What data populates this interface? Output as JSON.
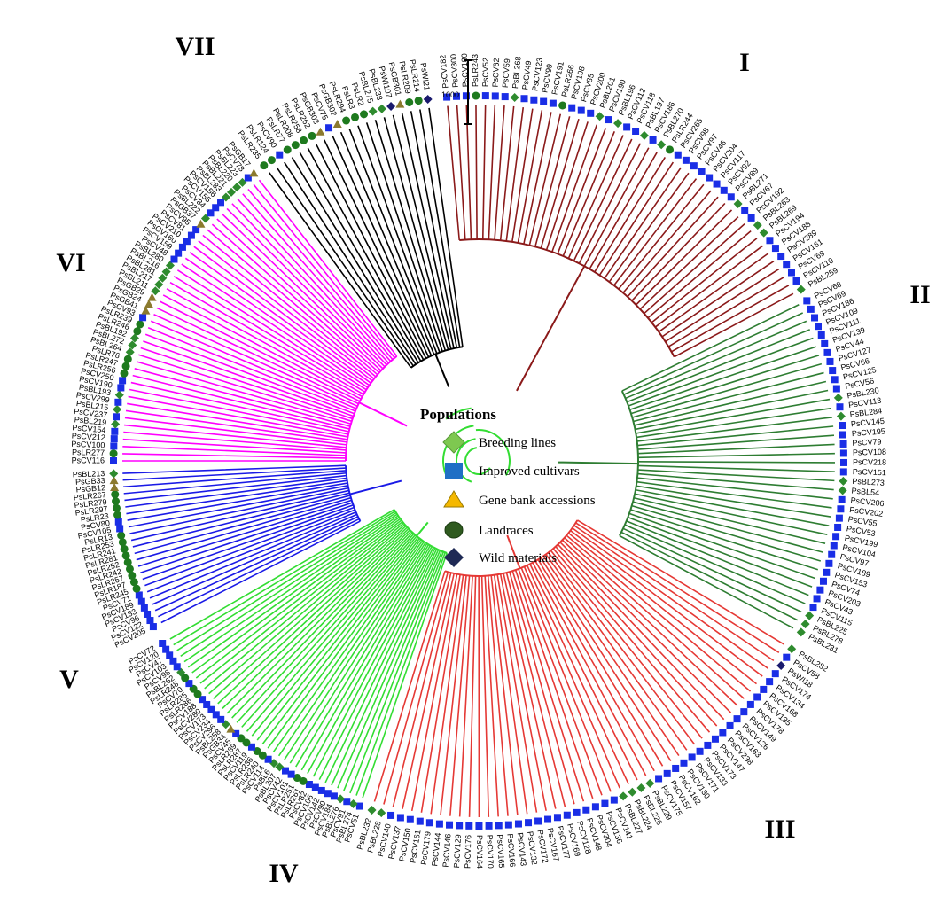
{
  "tree": {
    "clades": [
      {
        "id": "I",
        "label": "I",
        "color": "#8b1a1a",
        "leaves": [
          "PsCV182",
          "PsCV300",
          "PsCV180",
          "PsLR243",
          "PsCV52",
          "PsCV62",
          "PsCV59",
          "PsBL268",
          "PsCV49",
          "PsCV123",
          "PsCV99",
          "PsCV191",
          "PsLR266",
          "PsCV198",
          "PsCV85",
          "PsCV200",
          "PsBL201",
          "PsCV190",
          "PsBL196",
          "PsCV112",
          "PsCV118",
          "PsBL197",
          "PsCV186",
          "PsBL270",
          "PsLR244",
          "PsCV265",
          "PsCV98",
          "PsCV97",
          "PsCV46",
          "PsCV204",
          "PsCV117",
          "PsCV92",
          "PsCV89",
          "PsBL271",
          "PsCV67",
          "PsCV192",
          "PsBL263",
          "PsBL269",
          "PsCV194",
          "PsCV188",
          "PsCV289",
          "PsCV161",
          "PsCV69",
          "PsCV110",
          "PsBL259"
        ]
      },
      {
        "id": "II",
        "label": "II",
        "color": "#2e7d32",
        "leaves": [
          "PsCV68",
          "PsCV69",
          "PsCV186",
          "PsCV109",
          "PsCV111",
          "PsCV139",
          "PsCV44",
          "PsCV127",
          "PsCV66",
          "PsCV125",
          "PsCV56",
          "PsBL230",
          "PsCV113",
          "PsBL284",
          "PsCV145",
          "PsCV195",
          "PsCV79",
          "PsCV108",
          "PsCV218",
          "PsCV151",
          "PsBL273",
          "PsBL54",
          "PsCV206",
          "PsCV202",
          "PsCV55",
          "PsCV53",
          "PsCV199",
          "PsCV104",
          "PsCV97",
          "PsCV189",
          "PsCV153",
          "PsCV74",
          "PsCV203",
          "PsCV43",
          "PsCV115",
          "PsBL225",
          "PsBL278",
          "PsBL231"
        ]
      },
      {
        "id": "III",
        "label": "III",
        "color": "#e53935",
        "leaves": [
          "PsBL282",
          "PsCV58",
          "PsWI18",
          "PsCV174",
          "PsCV134",
          "PsCV168",
          "PsCV135",
          "PsCV178",
          "PsCV149",
          "PsCV126",
          "PsCV163",
          "PsCV238",
          "PsCV147",
          "PsCV173",
          "PsCV133",
          "PsCV171",
          "PsCV130",
          "PsCV162",
          "PsCV157",
          "PsCV175",
          "PsBL229",
          "PsBL226",
          "PsBL224",
          "PsBL227",
          "PsCV141",
          "PsCV136",
          "PsCV304",
          "PsCV148",
          "PsCV128",
          "PsCV169",
          "PsCV177",
          "PsCV167",
          "PsCV172",
          "PsCV132",
          "PsCV143",
          "PsCV166",
          "PsCV165",
          "PsCV170",
          "PsCV164",
          "PsCV176",
          "PsCV129",
          "PsCV146",
          "PsCV144",
          "PsCV179",
          "PsCV161",
          "PsCV150",
          "PsCV137",
          "PsCV140",
          "PsBL228",
          "PsBL232"
        ]
      },
      {
        "id": "IV",
        "label": "IV",
        "color": "#33dd33",
        "leaves": [
          "PsCV51",
          "PsBL274",
          "PsCV91",
          "PsBL276",
          "PsCV184",
          "PsCV90",
          "PsCV142",
          "PsCV106",
          "PsCV82",
          "PsLR261",
          "PsLR251",
          "PsCV101",
          "PsCV42",
          "PsBL207",
          "PsBL6",
          "PsCV114",
          "PsLR240",
          "PsLR236",
          "PsCV119",
          "PsLR287",
          "PsLR289",
          "PsCV45",
          "PsGB34",
          "PsBL258",
          "PsCV296",
          "PsCV234",
          "PsCV173",
          "PsCV280",
          "PsCV188",
          "PsLR286",
          "PsLR285",
          "PsCV70",
          "PsLR248",
          "PsBL262",
          "PsCV98",
          "PsCV103",
          "PsCV47",
          "PsCV120",
          "PsCV72"
        ]
      },
      {
        "id": "V",
        "label": "V",
        "color": "#1a1ae6",
        "leaves": [
          "PsCV205",
          "PsCV122",
          "PsCV96",
          "PsCV183",
          "PsCV189",
          "PsCV71",
          "PsLR245",
          "PsLR187",
          "PsLR257",
          "PsLR242",
          "PsLR252",
          "PsLR281",
          "PsLR241",
          "PsLR253",
          "PsLR13",
          "PsCV105",
          "PsCV80",
          "PsLR23",
          "PsLR297",
          "PsLR279",
          "PsLR267",
          "PsGB12",
          "PsGB33",
          "PsBL213"
        ]
      },
      {
        "id": "VI",
        "label": "VI",
        "color": "#ff00ff",
        "leaves": [
          "PsCV116",
          "PsLR277",
          "PsCV100",
          "PsCV212",
          "PsCV154",
          "PsBL219",
          "PsCV237",
          "PsBL215",
          "PsCV299",
          "PsBL193",
          "PsCV190",
          "PsCV250",
          "PsLR256",
          "PsLR247",
          "PsLR76",
          "PsBL264",
          "PsBL272",
          "PsBL192",
          "PsLR246",
          "PsLR239",
          "PsCV93",
          "PsGB41",
          "PsGB24",
          "PsGB29",
          "PsBL211",
          "PsBL217",
          "PsBL281",
          "PsBL216",
          "PsBL280",
          "PsCV48",
          "PsCV159",
          "PsCV160",
          "PsCV210",
          "PsCV81",
          "PsCV95",
          "PsGB37",
          "PsBL222",
          "PsCV84",
          "PsCV155",
          "PsCV156",
          "PsBL283",
          "PsBL221",
          "PsBL220",
          "PsBL223",
          "PsCV78",
          "PsGB17"
        ]
      },
      {
        "id": "VII",
        "label": "VII",
        "color": "#000000",
        "leaves": [
          "PsLR235",
          "PsLR124",
          "PsCV90",
          "PsLR77",
          "PsLR208",
          "PsLR258",
          "PsLR262",
          "PsGB303",
          "PsCV75",
          "PsGB302",
          "PsLR294",
          "PsLR3",
          "PsLR2",
          "PsBL275",
          "PsBL238",
          "PsWI107",
          "PsGB301",
          "PsLR209",
          "PsLR214",
          "PsWI21"
        ]
      }
    ],
    "scale_bar": {
      "label": "1000"
    }
  },
  "legend": {
    "title": "Populations",
    "items": [
      {
        "label": "Breeding lines",
        "icon": "diamond-icon",
        "color": "#7ec850"
      },
      {
        "label": "Improved cultivars",
        "icon": "square-icon",
        "color": "#1f6fc5"
      },
      {
        "label": "Gene bank accessions",
        "icon": "triangle-icon",
        "color": "#f5b800"
      },
      {
        "label": "Landraces",
        "icon": "circle-icon",
        "color": "#2f5a1f"
      },
      {
        "label": "Wild materials",
        "icon": "diamond-icon",
        "color": "#1f2a55"
      }
    ]
  },
  "marker_colors": {
    "BL": "#2e8b2e",
    "CV": "#1a2ee6",
    "GB": "#8b7a2e",
    "LR": "#1e7a1e",
    "WI": "#1a1a6e"
  }
}
